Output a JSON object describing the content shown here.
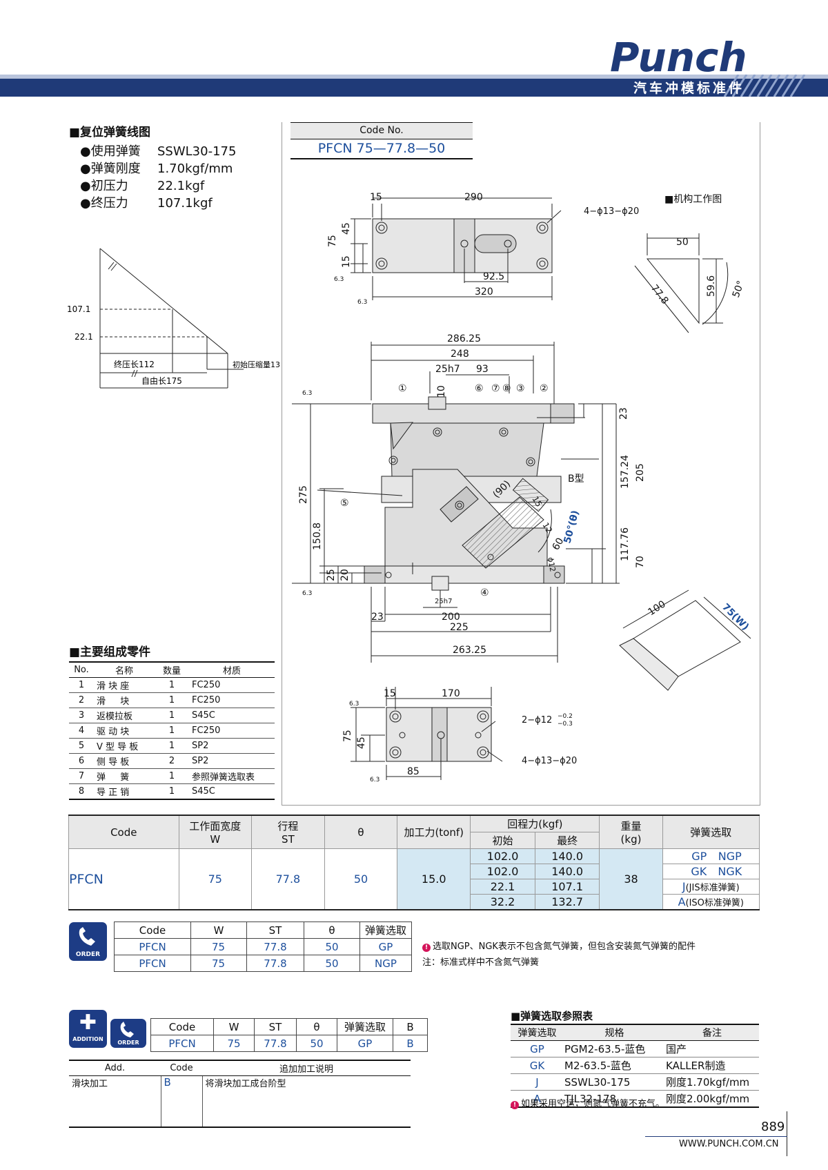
{
  "header": {
    "brand": "Punch",
    "subtitle": "汽车冲模标准件"
  },
  "spring_chart": {
    "heading": "■复位弹簧线图",
    "specs": [
      {
        "label": "●使用弹簧",
        "value": "SSWL30-175"
      },
      {
        "label": "●弹簧刚度",
        "value": "1.70kgf/mm"
      },
      {
        "label": "●初压力",
        "value": "22.1kgf"
      },
      {
        "label": "●终压力",
        "value": "107.1kgf"
      }
    ],
    "y1": "107.1",
    "y2": "22.1",
    "final_len": "终压长112",
    "init_comp": "初始压缩量13",
    "free_len": "自由长175"
  },
  "code_box": {
    "label": "Code No.",
    "value": "PFCN 75—77.8—50"
  },
  "drawing": {
    "mech_title": "■机构工作图",
    "b_type": "B型",
    "top": {
      "d15": "15",
      "d290": "290",
      "holes": "4−ϕ13−ϕ20",
      "d75": "75",
      "d45": "45",
      "d15b": "15",
      "d925": "92.5",
      "d320": "320",
      "rough": "6.3"
    },
    "wedge": {
      "d50": "50",
      "d778": "77.8",
      "d596": "59.6",
      "ang": "50°"
    },
    "front": {
      "d28625": "286.25",
      "d248": "248",
      "d25h7": "25h7",
      "d93": "93",
      "d10": "10",
      "d23": "23",
      "d15724": "157.24",
      "d205": "205",
      "d275": "275",
      "d1508": "150.8",
      "d11776": "117.76",
      "d70": "70",
      "d25": "25",
      "d20": "20",
      "d90": "(90)",
      "d15": "15",
      "d50t": "50°(θ)",
      "d12": "12",
      "d60": "60",
      "dphi12": "ϕ12",
      "d23b": "23",
      "d200": "200",
      "d225": "225",
      "d26325": "263.25",
      "d25h7b": "25h7",
      "n1": "①",
      "n2": "②",
      "n3": "③",
      "n4": "④",
      "n5": "⑤",
      "n6": "⑥",
      "n7": "⑦",
      "n8": "⑧"
    },
    "iso": {
      "d100": "100",
      "d75w": "75(W)"
    },
    "bottom": {
      "d15": "15",
      "d170": "170",
      "d75": "75",
      "d45": "45",
      "d85": "85",
      "holes2": "2−ϕ12",
      "tol_top": "−0.2",
      "tol_bot": "−0.3",
      "holes4": "4−ϕ13−ϕ20"
    }
  },
  "parts": {
    "heading": "■主要组成零件",
    "columns": [
      "No.",
      "名称",
      "数量",
      "材质"
    ],
    "rows": [
      [
        "1",
        "滑 块 座",
        "1",
        "FC250"
      ],
      [
        "2",
        "滑 　 块",
        "1",
        "FC250"
      ],
      [
        "3",
        "返模拉板",
        "1",
        "S45C"
      ],
      [
        "4",
        "驱 动 块",
        "1",
        "FC250"
      ],
      [
        "5",
        "V 型 导 板",
        "1",
        "SP2"
      ],
      [
        "6",
        "侧 导 板",
        "2",
        "SP2"
      ],
      [
        "7",
        "弹 　 簧",
        "1",
        "参照弹簧选取表"
      ],
      [
        "8",
        "导 正 销",
        "1",
        "S45C"
      ]
    ]
  },
  "spec": {
    "h_code": "Code",
    "h_w": "工作面宽度",
    "h_w2": "W",
    "h_st": "行程",
    "h_st2": "ST",
    "h_theta": "θ",
    "h_force": "加工力(tonf)",
    "h_return": "回程力(kgf)",
    "h_init": "初始",
    "h_final": "最终",
    "h_weight": "重量",
    "h_weight2": "(kg)",
    "h_spring": "弹簧选取",
    "code": "PFCN",
    "w": "75",
    "st": "77.8",
    "theta": "50",
    "force": "15.0",
    "weight": "38",
    "returns": [
      [
        "102.0",
        "140.0"
      ],
      [
        "102.0",
        "140.0"
      ],
      [
        "22.1",
        "107.1"
      ],
      [
        "32.2",
        "132.7"
      ]
    ],
    "springs": [
      {
        "a": "GP",
        "b": "NGP"
      },
      {
        "a": "GK",
        "b": "NGK"
      },
      {
        "a": "J",
        "b": "(JIS标准弹簧)"
      },
      {
        "a": "A",
        "b": "(ISO标准弹簧)"
      }
    ]
  },
  "order": {
    "icon": "ORDER",
    "columns": [
      "Code",
      "W",
      "ST",
      "θ",
      "弹簧选取"
    ],
    "rows": [
      [
        "PFCN",
        "75",
        "77.8",
        "50",
        "GP"
      ],
      [
        "PFCN",
        "75",
        "77.8",
        "50",
        "NGP"
      ]
    ],
    "dash": "—",
    "note1": "选取NGP、NGK表示不包含氮气弹簧，但包含安装氮气弹簧的配件",
    "note2": "注：标准式样中不含氮气弹簧"
  },
  "addition": {
    "icon": "ADDITION",
    "icon2": "ORDER",
    "columns": [
      "Code",
      "W",
      "ST",
      "θ",
      "弹簧选取",
      "B"
    ],
    "row": [
      "PFCN",
      "75",
      "77.8",
      "50",
      "GP",
      "B"
    ],
    "dash": "—",
    "t_cols": [
      "Add.",
      "Code",
      "追加加工说明"
    ],
    "t_row": [
      "滑块加工",
      "B",
      "将滑块加工成台阶型"
    ]
  },
  "spring_ref": {
    "heading": "■弹簧选取参照表",
    "columns": [
      "弹簧选取",
      "规格",
      "备注"
    ],
    "rows": [
      [
        "GP",
        "PGM2-63.5-蓝色",
        "国产"
      ],
      [
        "GK",
        "M2-63.5-蓝色",
        "KALLER制造"
      ],
      [
        "J",
        "SSWL30-175",
        "刚度1.70kgf/mm"
      ],
      [
        "A",
        "TJL32-178",
        "刚度2.00kgf/mm"
      ]
    ],
    "note": "如果采用空运，则氮气弹簧不充气。"
  },
  "footer": {
    "page": "889",
    "url": "WWW.PUNCH.COM.CN"
  },
  "colors": {
    "navy": "#1f3a78",
    "blue": "#1d4f9c",
    "lightblue": "#d4e8f3",
    "red": "#d4145a"
  }
}
